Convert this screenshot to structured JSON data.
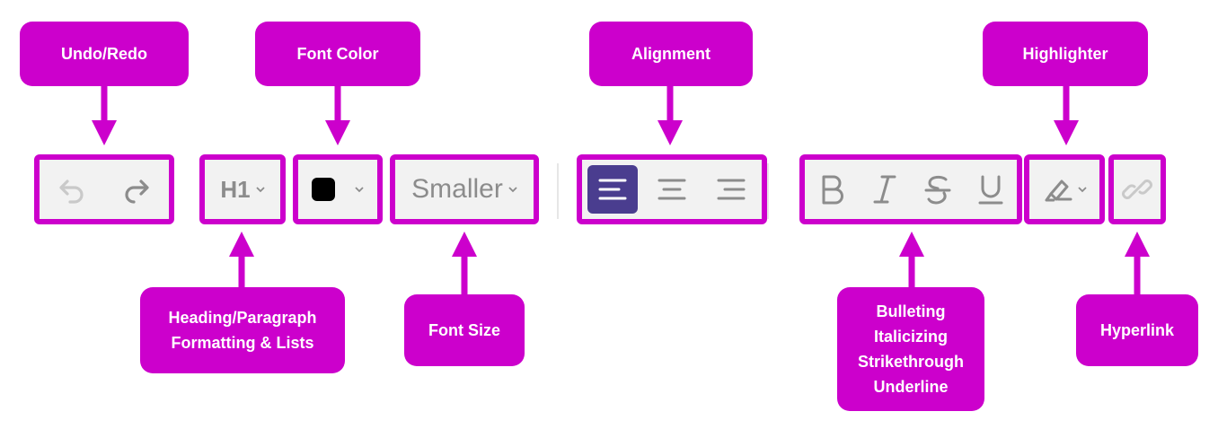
{
  "callouts": {
    "undo_redo": "Undo/Redo",
    "font_color": "Font Color",
    "alignment": "Alignment",
    "highlighter": "Highlighter",
    "heading": [
      "Heading/Paragraph",
      "Formatting & Lists"
    ],
    "font_size": "Font Size",
    "text_style": [
      "Bulleting",
      "Italicizing",
      "Strikethrough",
      "Underline"
    ],
    "hyperlink": "Hyperlink"
  },
  "toolbar": {
    "heading_value": "H1",
    "font_size_value": "Smaller",
    "font_color_swatch": "#000000",
    "active_alignment": "left"
  },
  "colors": {
    "callout": "#cc00cc",
    "active_button": "#4a3d8f",
    "icon": "#8c8c8c"
  },
  "icons": [
    "undo-icon",
    "redo-icon",
    "chevron-down-icon",
    "align-left-icon",
    "align-center-icon",
    "align-right-icon",
    "bold-icon",
    "italic-icon",
    "strikethrough-icon",
    "underline-icon",
    "highlighter-icon",
    "link-icon"
  ]
}
